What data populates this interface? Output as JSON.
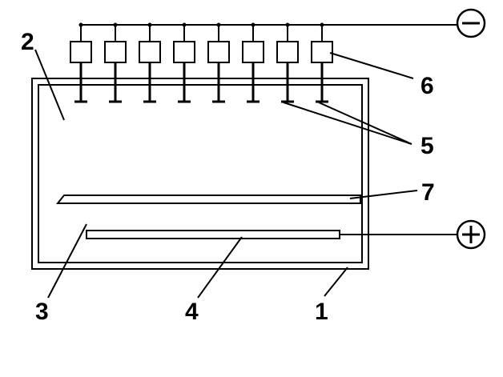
{
  "diagram": {
    "labels": {
      "l1": "1",
      "l2": "2",
      "l3": "3",
      "l4": "4",
      "l5": "5",
      "l6": "6",
      "l7": "7"
    },
    "terminals": {
      "negative": "minus-sign",
      "positive": "plus-sign"
    },
    "electrode_count": 8,
    "stroke_color": "#000000",
    "background_color": "#ffffff"
  }
}
